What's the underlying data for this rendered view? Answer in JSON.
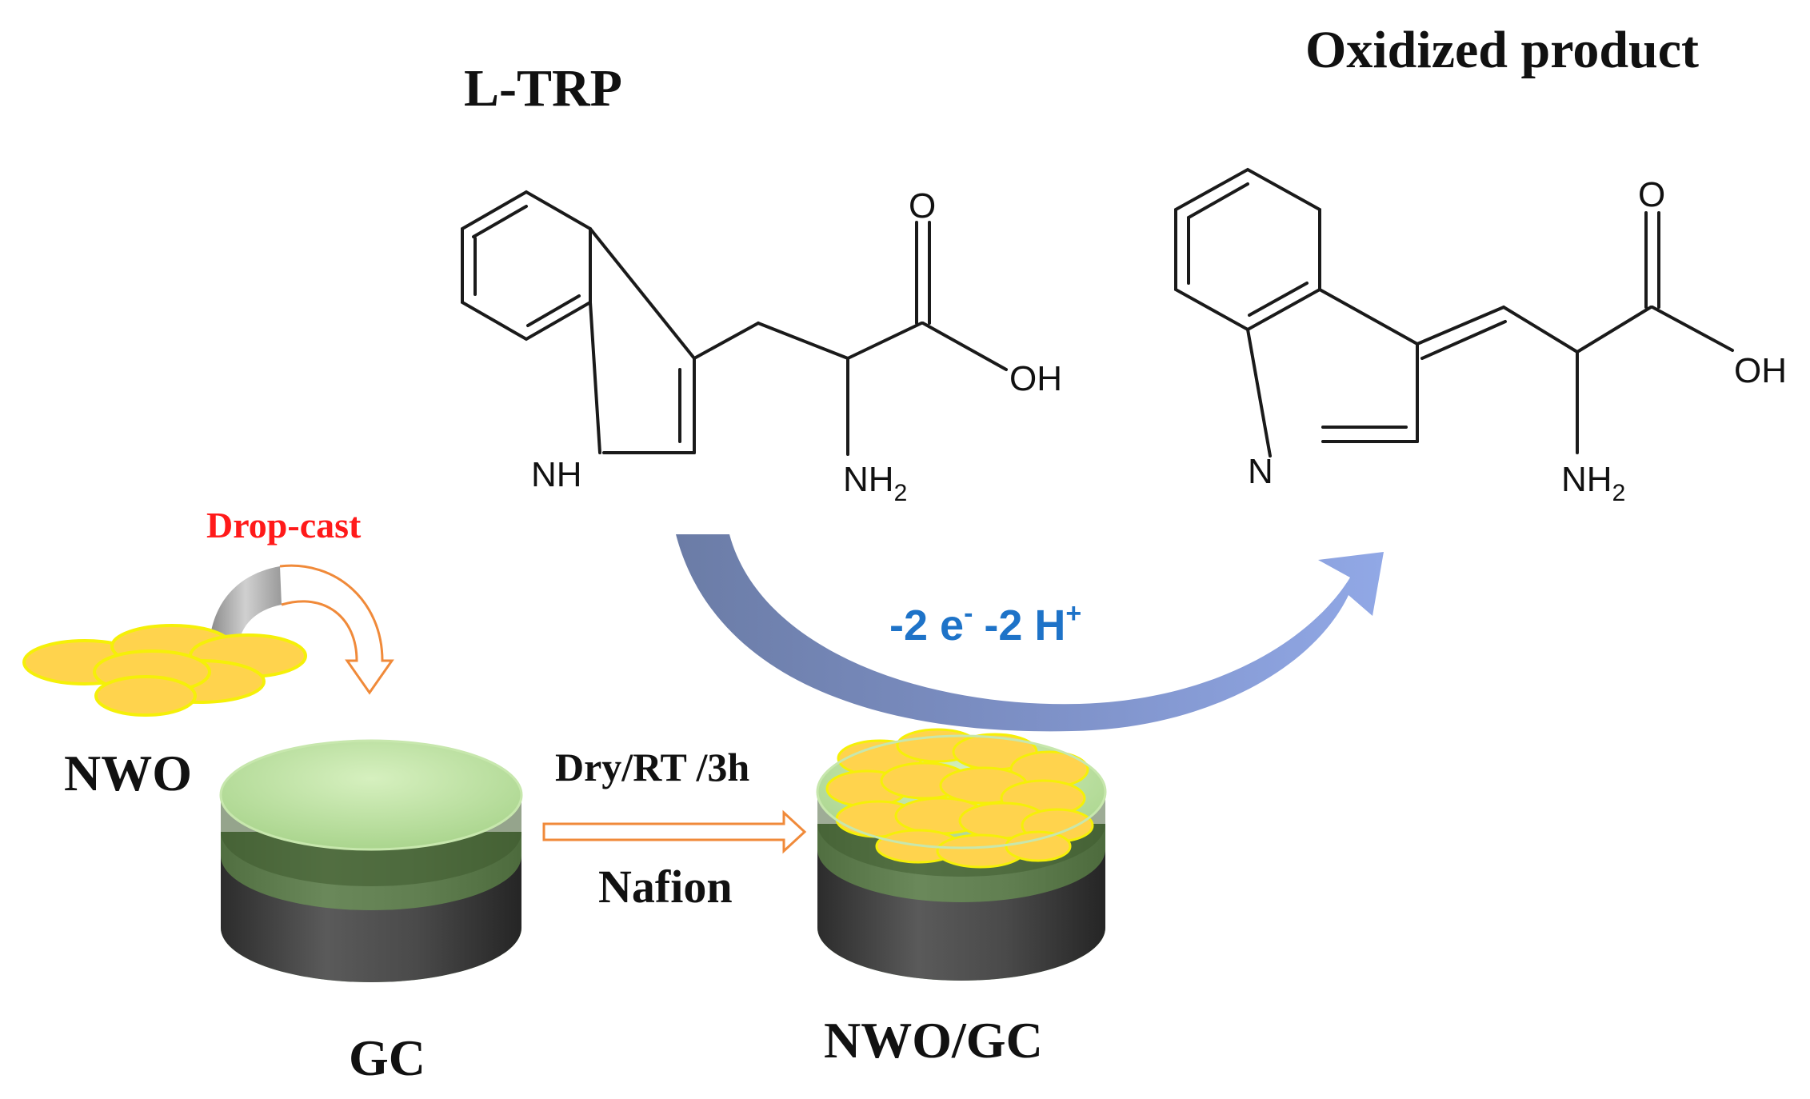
{
  "reactant": {
    "title": "L-TRP",
    "labels": {
      "carbonyl_o": "O",
      "hydroxyl": "OH",
      "ring_nh": "NH",
      "amine": "NH",
      "amine_sub": "2"
    }
  },
  "product": {
    "title": "Oxidized product",
    "labels": {
      "carbonyl_o": "O",
      "hydroxyl": "OH",
      "ring_n": "N",
      "amine": "NH",
      "amine_sub": "2"
    }
  },
  "reaction": {
    "electrons": "-2 e",
    "electrons_sup": "-",
    "protons": "-2 H",
    "protons_sup": "+"
  },
  "preparation": {
    "drop_cast": "Drop-cast",
    "nwo": "NWO",
    "gc": "GC",
    "condition": "Dry/RT /3h",
    "binder": "Nafion",
    "modified_electrode": "NWO/GC"
  },
  "colors": {
    "drop_cast_text": "#ff0000",
    "reaction_text": "#1e73c8",
    "arrow_start": "#6e80a8",
    "arrow_end": "#8fa6e2",
    "flake_fill": "#ffd34d",
    "flake_edge": "#f2f20a",
    "electrode_top": "#b8dc9a",
    "electrode_body": "#3a3a3a",
    "open_arrow": "#f08a3a"
  }
}
